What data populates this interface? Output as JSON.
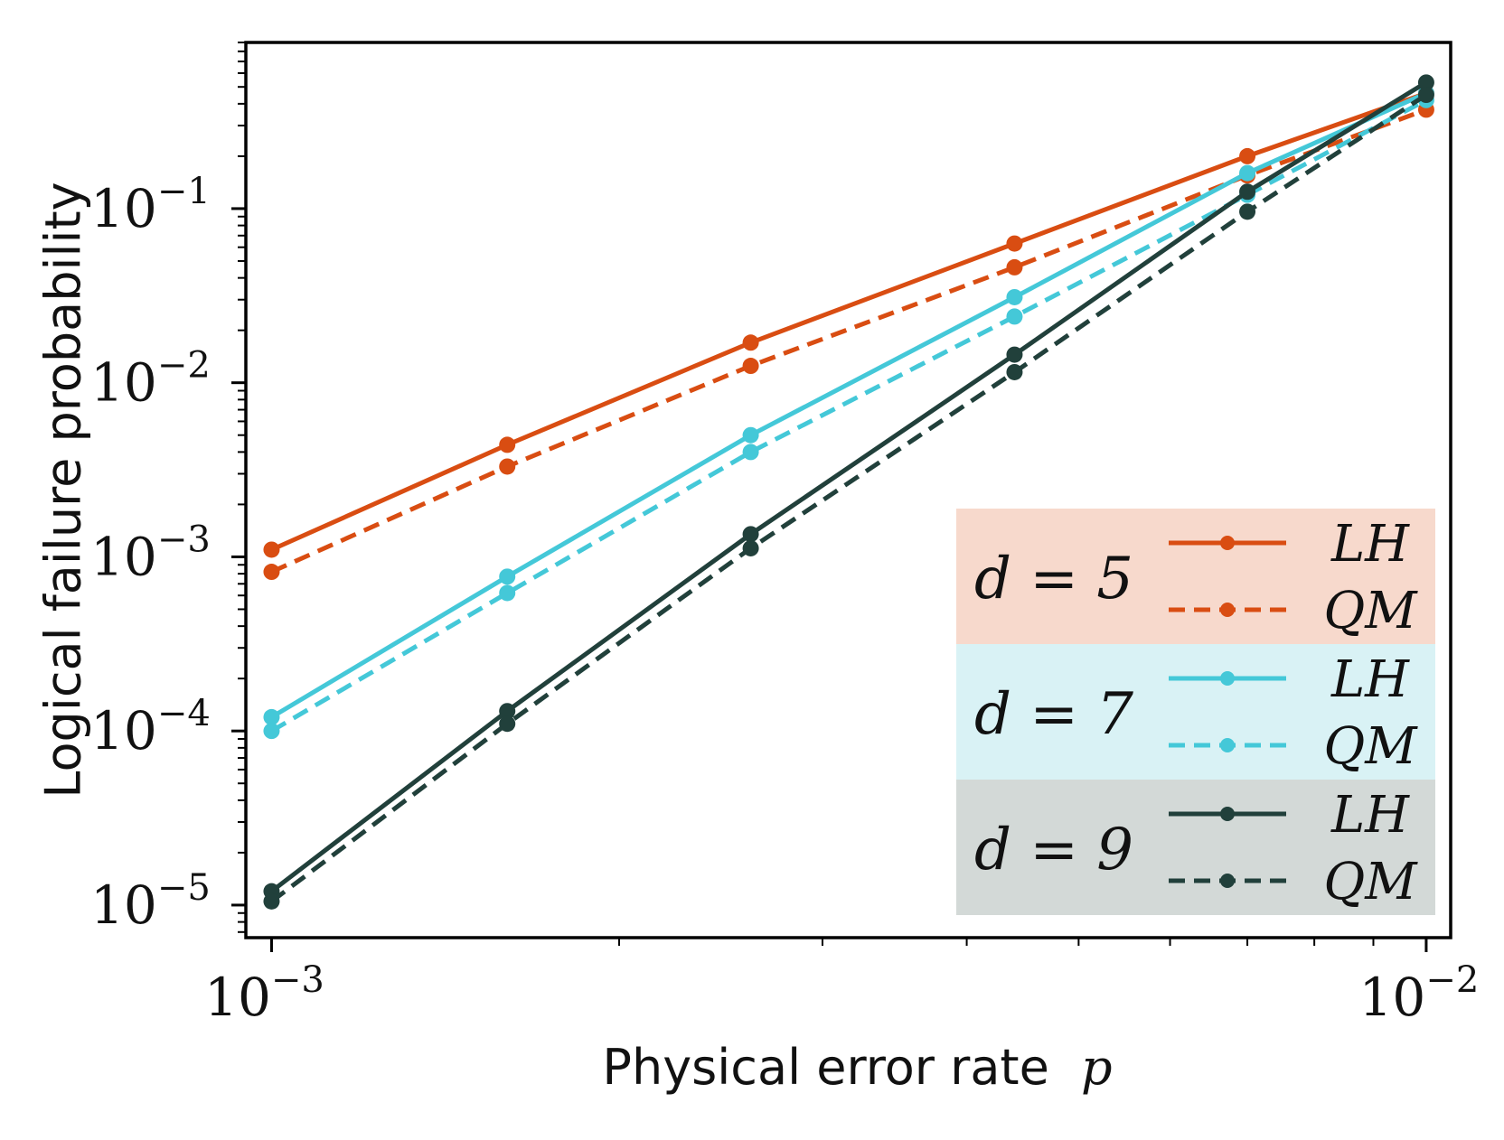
{
  "chart_data": {
    "type": "line",
    "xlabel": "Physical error rate",
    "xlabel_symbol": "p",
    "ylabel": "Logical failure probability",
    "x_scale": "log",
    "y_scale": "log",
    "xlim": [
      0.00095,
      0.0105
    ],
    "ylim": [
      6.5e-06,
      0.9
    ],
    "x_tick_labels": [
      {
        "base": "10",
        "exp": "−3"
      },
      {
        "base": "10",
        "exp": "−2"
      }
    ],
    "y_tick_labels": [
      {
        "base": "10",
        "exp": "−5"
      },
      {
        "base": "10",
        "exp": "−4"
      },
      {
        "base": "10",
        "exp": "−3"
      },
      {
        "base": "10",
        "exp": "−2"
      },
      {
        "base": "10",
        "exp": "−1"
      }
    ],
    "x": [
      0.001,
      0.0016,
      0.0026,
      0.0044,
      0.007,
      0.01
    ],
    "series": [
      {
        "name": "LH",
        "group": "d = 5",
        "color": "#d94d12",
        "dash": false,
        "values": [
          0.0011,
          0.0044,
          0.017,
          0.063,
          0.2,
          0.46
        ]
      },
      {
        "name": "QM",
        "group": "d = 5",
        "color": "#d94d12",
        "dash": true,
        "values": [
          0.00082,
          0.0033,
          0.0125,
          0.046,
          0.155,
          0.37
        ]
      },
      {
        "name": "LH",
        "group": "d = 7",
        "color": "#44c8d8",
        "dash": false,
        "values": [
          0.00012,
          0.00077,
          0.005,
          0.031,
          0.16,
          0.46
        ]
      },
      {
        "name": "QM",
        "group": "d = 7",
        "color": "#44c8d8",
        "dash": true,
        "values": [
          0.0001,
          0.00062,
          0.004,
          0.024,
          0.12,
          0.42
        ]
      },
      {
        "name": "LH",
        "group": "d = 9",
        "color": "#21403b",
        "dash": false,
        "values": [
          1.2e-05,
          0.00013,
          0.00135,
          0.0145,
          0.125,
          0.53
        ]
      },
      {
        "name": "QM",
        "group": "d = 9",
        "color": "#21403b",
        "dash": true,
        "values": [
          1.05e-05,
          0.00011,
          0.00112,
          0.0115,
          0.096,
          0.45
        ]
      }
    ],
    "legend": {
      "placement": "lower-right",
      "groups": [
        {
          "label": "d = 5",
          "bg": "#f7d9cc",
          "entries": [
            "LH",
            "QM"
          ]
        },
        {
          "label": "d = 7",
          "bg": "#d9f2f5",
          "entries": [
            "LH",
            "QM"
          ]
        },
        {
          "label": "d = 9",
          "bg": "#d3d9d7",
          "entries": [
            "LH",
            "QM"
          ]
        }
      ]
    },
    "grid": false
  }
}
